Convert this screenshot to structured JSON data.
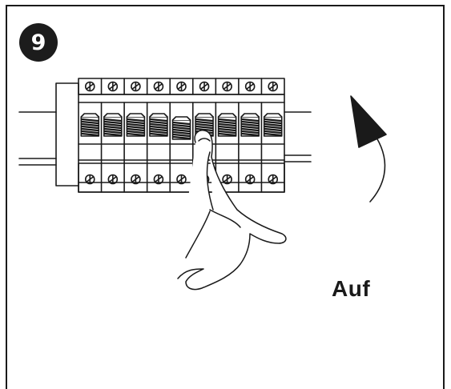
{
  "step": {
    "number": "9"
  },
  "label": {
    "direction": "Auf"
  },
  "illustration": {
    "breaker_count": 9,
    "switched_index": 4,
    "switch_direction": "up",
    "icons": [
      "circuit-breaker-panel",
      "din-rail",
      "hand-pointer",
      "curved-arrow-up"
    ],
    "colors": {
      "ink": "#1a1a1a",
      "background": "#ffffff"
    }
  }
}
